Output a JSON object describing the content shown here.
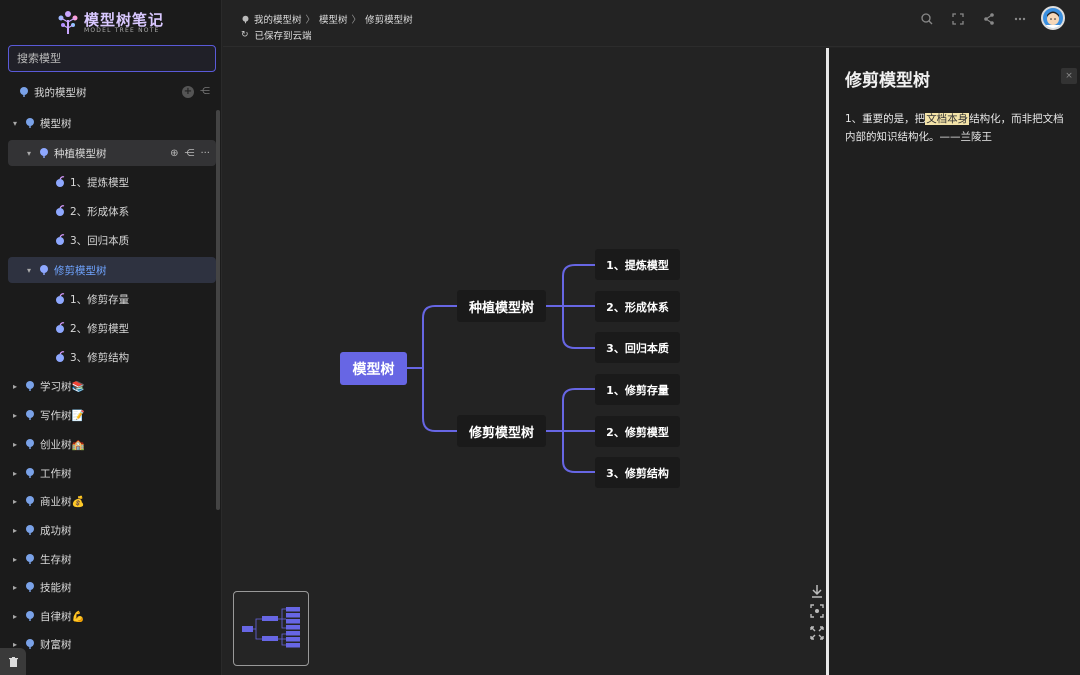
{
  "app": {
    "logo_text": "模型树笔记",
    "logo_sub": "MODEL TREE NOTE"
  },
  "sidebar": {
    "search_placeholder": "搜索模型",
    "my_tree": "我的模型树",
    "items": [
      {
        "label": "模型树",
        "depth": 0,
        "arrow": "▾"
      },
      {
        "label": "种植模型树",
        "depth": 1,
        "arrow": "▾"
      },
      {
        "label": "1、提炼模型",
        "depth": 2
      },
      {
        "label": "2、形成体系",
        "depth": 2
      },
      {
        "label": "3、回归本质",
        "depth": 2
      },
      {
        "label": "修剪模型树",
        "depth": 1,
        "arrow": "▾"
      },
      {
        "label": "1、修剪存量",
        "depth": 2
      },
      {
        "label": "2、修剪模型",
        "depth": 2
      },
      {
        "label": "3、修剪结构",
        "depth": 2
      },
      {
        "label": "学习树📚",
        "depth": 0,
        "arrow": "▸"
      },
      {
        "label": "写作树📝",
        "depth": 0,
        "arrow": "▸"
      },
      {
        "label": "创业树🏫",
        "depth": 0,
        "arrow": "▸"
      },
      {
        "label": "工作树",
        "depth": 0,
        "arrow": "▸"
      },
      {
        "label": "商业树💰",
        "depth": 0,
        "arrow": "▸"
      },
      {
        "label": "成功树",
        "depth": 0,
        "arrow": "▸"
      },
      {
        "label": "生存树",
        "depth": 0,
        "arrow": "▸"
      },
      {
        "label": "技能树",
        "depth": 0,
        "arrow": "▸"
      },
      {
        "label": "自律树💪",
        "depth": 0,
        "arrow": "▸"
      },
      {
        "label": "财富树",
        "depth": 0,
        "arrow": "▸"
      }
    ]
  },
  "header": {
    "crumb1": "我的模型树",
    "crumb2": "模型树",
    "crumb3": "修剪模型树",
    "sep": "〉",
    "saved": "已保存到云端"
  },
  "mindmap": {
    "root": "模型树",
    "branch1": "种植模型树",
    "branch2": "修剪模型树",
    "leaves1": [
      "1、提炼模型",
      "2、形成体系",
      "3、回归本质"
    ],
    "leaves2": [
      "1、修剪存量",
      "2、修剪模型",
      "3、修剪结构"
    ]
  },
  "panel": {
    "title": "修剪模型树",
    "close": "×",
    "text_before": "1、重要的是，把",
    "text_highlight": "文档本身",
    "text_after": "结构化，而非把文档内部的知识结构化。——兰陵王"
  },
  "colors": {
    "accent": "#6766e4",
    "link": "#6fa4ff",
    "highlight": "#f3e3a8"
  }
}
